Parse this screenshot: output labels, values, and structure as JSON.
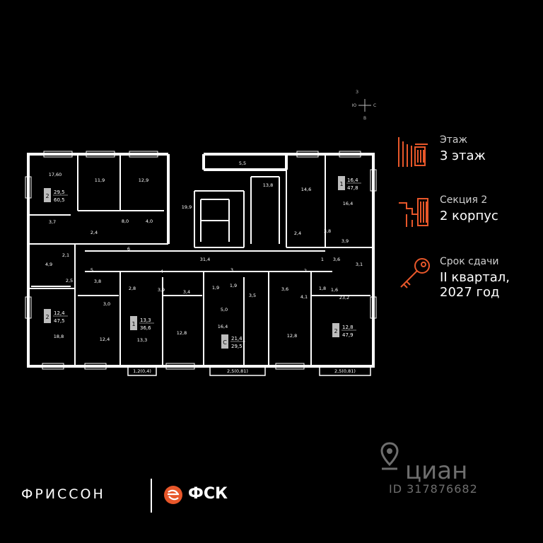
{
  "compass": {
    "n": "С",
    "s": "Ю",
    "e": "В",
    "w": "З"
  },
  "info": {
    "floor": {
      "label": "Этаж",
      "value": "3 этаж"
    },
    "section": {
      "label": "Секция 2",
      "value": "2 корпус"
    },
    "deadline": {
      "label": "Срок сдачи",
      "value_line1": "II квартал,",
      "value_line2": "2027 год"
    }
  },
  "apartments": [
    {
      "rooms": "2",
      "living": "29,5",
      "total": "60,5"
    },
    {
      "rooms": "1",
      "living": "16,4",
      "total": "47,8"
    },
    {
      "rooms": "2",
      "living": "12,4",
      "total": "47,5"
    },
    {
      "rooms": "1",
      "living": "13,3",
      "total": "36,6"
    },
    {
      "rooms": "С",
      "living": "21,4",
      "total": "29,5"
    },
    {
      "rooms": "2",
      "living": "12,8",
      "total": "47,9"
    }
  ],
  "room_areas": [
    "17,60",
    "11,9",
    "12,9",
    "5,5",
    "13,8",
    "14,6",
    "16,4",
    "19,9",
    "3,7",
    "2,4",
    "8,0",
    "4,0",
    "2,4",
    "3,8",
    "3,9",
    "6",
    "31,4",
    "3,6",
    "3,1",
    "2,1",
    "4,9",
    "2,5",
    "5",
    "4",
    "3",
    "2",
    "1",
    "3,8",
    "2,8",
    "3,9",
    "3,4",
    "1,9",
    "1,9",
    "3,6",
    "1,8",
    "1,6",
    "3,0",
    "5,0",
    "3,5",
    "4,1",
    "23,2",
    "18,8",
    "12,4",
    "13,3",
    "12,8",
    "16,4",
    "12,8"
  ],
  "balconies": [
    "1,2(0,4)",
    "2,5(0,81)",
    "2,5(0,81)"
  ],
  "colors": {
    "accent": "#e8572a",
    "wall": "#ffffff",
    "background": "#000000"
  },
  "icons": {
    "floor": "building-floor-icon",
    "section": "stairs-section-icon",
    "deadline": "key-icon"
  },
  "footer": {
    "brand": "ФРИССОН",
    "developer": "ФСК"
  },
  "watermark": {
    "brand": "циан",
    "id": "ID 317876682"
  }
}
